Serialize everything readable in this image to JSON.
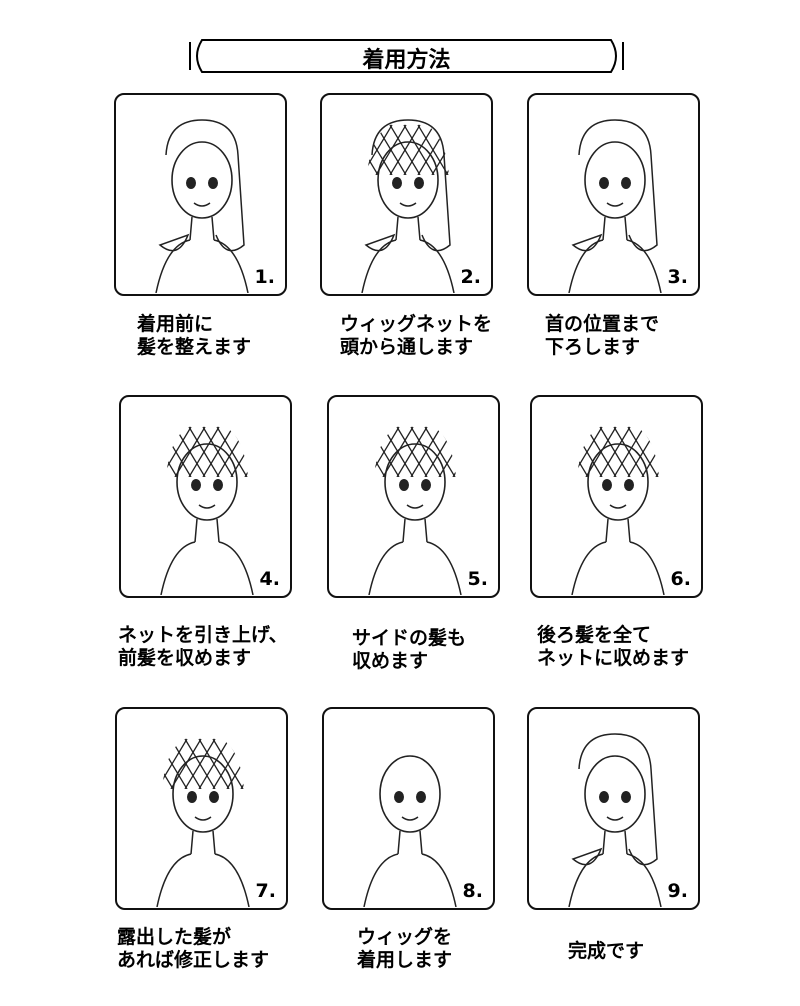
{
  "title": "着用方法",
  "steps": [
    {
      "number": "1.",
      "caption": "着用前に\n髪を整えます"
    },
    {
      "number": "2.",
      "caption": "ウィッグネットを\n頭から通します"
    },
    {
      "number": "3.",
      "caption": "首の位置まで\n下ろします"
    },
    {
      "number": "4.",
      "caption": "ネットを引き上げ、\n前髪を収めます"
    },
    {
      "number": "5.",
      "caption": "サイドの髪も\n収めます"
    },
    {
      "number": "6.",
      "caption": "後ろ髪を全て\nネットに収めます"
    },
    {
      "number": "7.",
      "caption": "露出した髪が\nあれば修正します"
    },
    {
      "number": "8.",
      "caption": "ウィッグを\n着用します"
    },
    {
      "number": "9.",
      "caption": "完成です"
    }
  ]
}
